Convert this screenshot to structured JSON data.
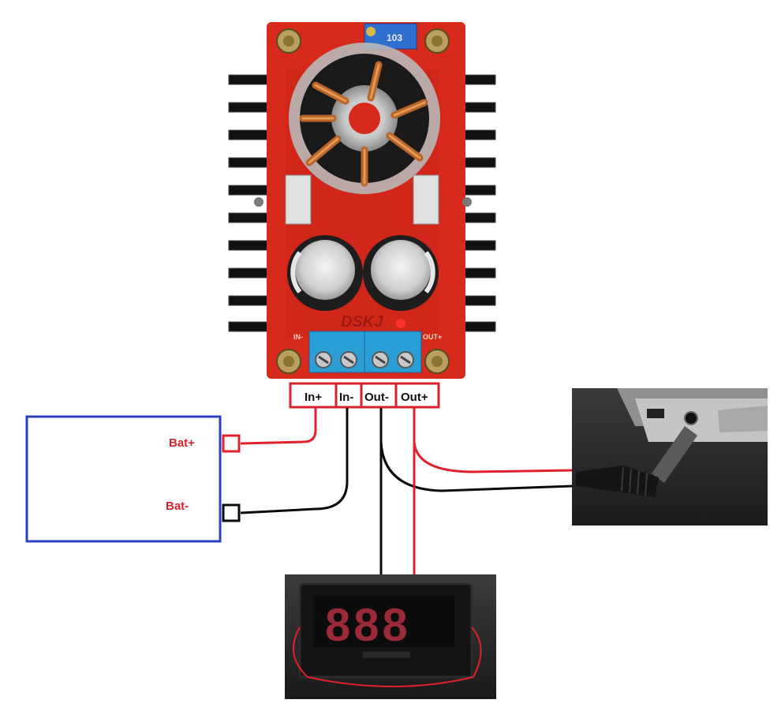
{
  "colors": {
    "background": "#ffffff",
    "wire_positive": "#e0202a",
    "wire_negative": "#0a0a0a",
    "battery_outline": "#2a3fc4",
    "label_box_border": "#d6222c",
    "bat_label_color": "#d6222c",
    "pcb_red": "#d82a1c",
    "terminal_blue": "#2a9fd6",
    "display_digits": "#9a2a38"
  },
  "module": {
    "brand_text": "DSKJ",
    "trimmer_text": "103",
    "in_silk": "IN-",
    "out_silk": "OUT+"
  },
  "terminals": [
    {
      "label": "In+"
    },
    {
      "label": "In-"
    },
    {
      "label": "Out-"
    },
    {
      "label": "Out+"
    }
  ],
  "battery": {
    "pos_label": "Bat+",
    "neg_label": "Bat-"
  },
  "voltmeter": {
    "digits": "888"
  },
  "icons": {
    "module": "dc-dc-boost-converter-icon",
    "laptop": "laptop-dc-plug-icon",
    "meter": "voltmeter-display-icon"
  }
}
